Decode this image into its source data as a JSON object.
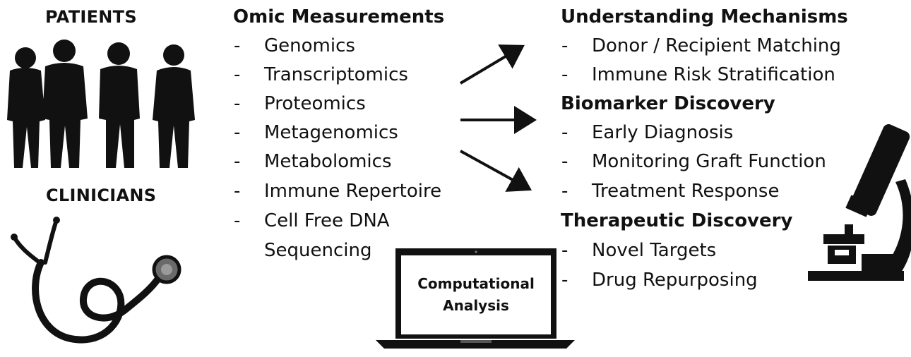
{
  "left": {
    "patients_label": "PATIENTS",
    "clinicians_label": "CLINICIANS"
  },
  "omics": {
    "title": "Omic Measurements",
    "items": [
      "Genomics",
      "Transcriptomics",
      "Proteomics",
      "Metagenomics",
      "Metabolomics",
      "Immune Repertoire",
      "Cell Free DNA"
    ],
    "continuation": "Sequencing"
  },
  "laptop": {
    "line1": "Computational",
    "line2": "Analysis"
  },
  "outcomes": {
    "groups": [
      {
        "title": "Understanding Mechanisms",
        "items": [
          "Donor / Recipient Matching",
          "Immune Risk Stratification"
        ]
      },
      {
        "title": "Biomarker Discovery",
        "items": [
          "Early Diagnosis",
          "Monitoring Graft Function",
          "Treatment Response"
        ]
      },
      {
        "title": "Therapeutic Discovery",
        "items": [
          "Novel Targets",
          "Drug Repurposing"
        ]
      }
    ]
  },
  "dash_glyph": "-",
  "icons": [
    "people-silhouettes-icon",
    "stethoscope-icon",
    "laptop-icon",
    "microscope-icon",
    "arrow-icon"
  ],
  "colors": {
    "ink": "#111111",
    "gray": "#8a8a8a"
  }
}
